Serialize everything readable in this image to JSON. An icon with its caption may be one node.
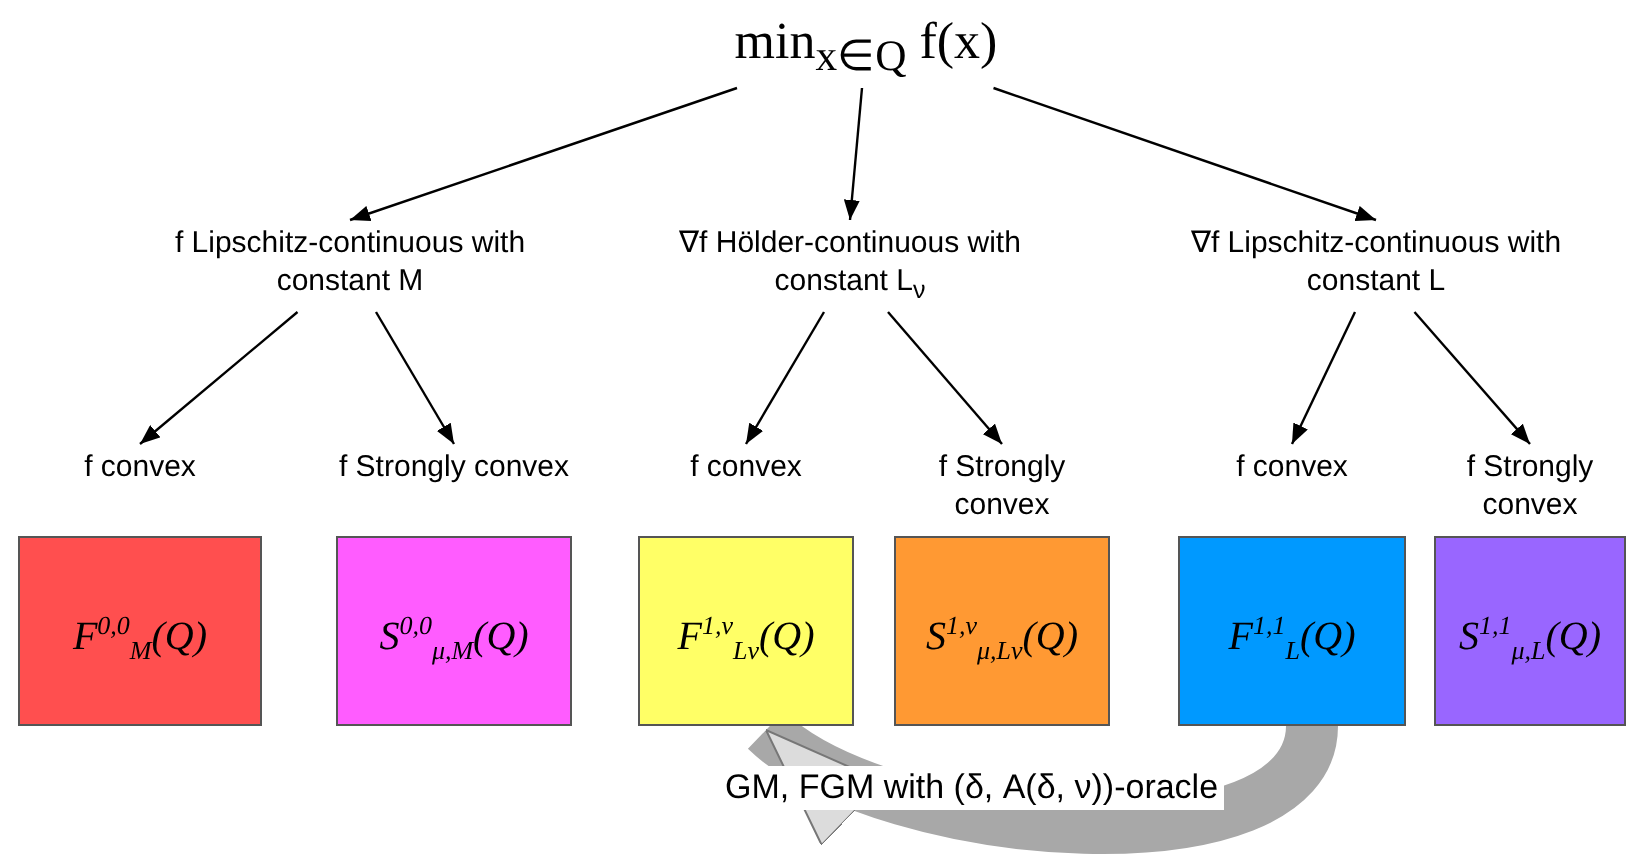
{
  "diagram": {
    "nodes": [
      {
        "text": [
          "min$_{x∈Q}$ f(x)"
        ]
      },
      {
        "text": [
          "f Lipschitz-continuous with constant M"
        ]
      },
      {
        "text": [
          "∇f Hölder-continuous with constant L$_{ν}$"
        ]
      },
      {
        "text": [
          "∇f Lipschitz-continuous with constant L"
        ]
      },
      {
        "text": [
          "f convex",
          "F$^{0,0}$$_{M}$(Q)"
        ]
      },
      {
        "text": [
          "f Strongly convex",
          "S$^{0,0}$$_{μ,M}$(Q)"
        ]
      },
      {
        "text": [
          "f convex",
          "F$^{1,ν}$$_{Lν}$(Q)"
        ]
      },
      {
        "text": [
          "f Strongly convex",
          "S$^{1,ν}$$_{μ,Lν}$(Q)"
        ]
      },
      {
        "text": [
          "f convex",
          "F$^{1,1}$$_{L}$(Q)"
        ]
      },
      {
        "text": [
          "f Strongly convex",
          "S$^{1,1}$$_{μ,L}$(Q)"
        ]
      }
    ],
    "edges": [
      {
        "from": 0,
        "to": 1,
        "arrow": "to"
      },
      {
        "from": 0,
        "to": 2,
        "arrow": "to"
      },
      {
        "from": 0,
        "to": 3,
        "arrow": "to"
      },
      {
        "from": 1,
        "to": 4,
        "arrow": "to"
      },
      {
        "from": 1,
        "to": 5,
        "arrow": "to"
      },
      {
        "from": 2,
        "to": 6,
        "arrow": "to"
      },
      {
        "from": 2,
        "to": 7,
        "arrow": "to"
      },
      {
        "from": 3,
        "to": 8,
        "arrow": "to"
      },
      {
        "from": 3,
        "to": 9,
        "arrow": "to"
      },
      {
        "from": 8,
        "to": 6,
        "arrow": "to",
        "label": "GM, FGM with (δ, A(δ, ν))-oracle",
        "style": "thick",
        "color": "#a8a8a8"
      }
    ]
  }
}
